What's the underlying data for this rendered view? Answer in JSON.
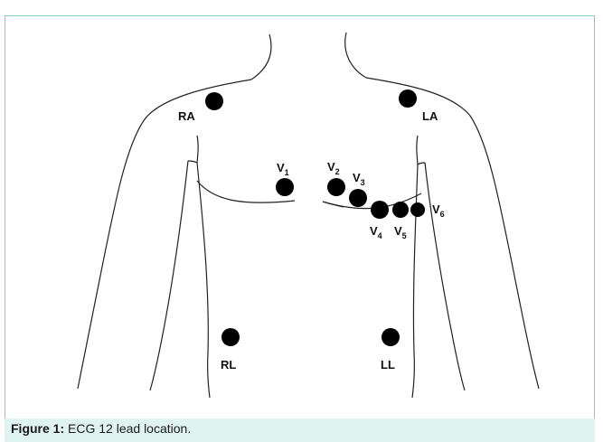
{
  "figure": {
    "caption_label": "Figure 1:",
    "caption_text": " ECG 12 lead location."
  },
  "electrodes": {
    "RA": "RA",
    "LA": "LA",
    "RL": "RL",
    "LL": "LL",
    "V1": {
      "letter": "V",
      "num": "1"
    },
    "V2": {
      "letter": "V",
      "num": "2"
    },
    "V3": {
      "letter": "V",
      "num": "3"
    },
    "V4": {
      "letter": "V",
      "num": "4"
    },
    "V5": {
      "letter": "V",
      "num": "5"
    },
    "V6": {
      "letter": "V",
      "num": "6"
    }
  },
  "colors": {
    "frame": "#7fcfc6",
    "caption_band": "#dff3f1",
    "electrode": "#000000",
    "outline": "#222222"
  }
}
